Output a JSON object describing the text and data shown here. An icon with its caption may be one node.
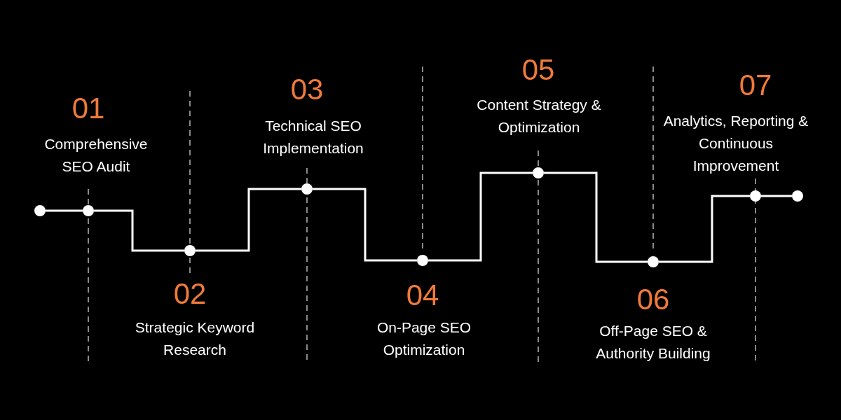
{
  "diagram": {
    "nodes": [
      {
        "text": [],
        "shape": "circle"
      },
      {
        "text": [],
        "shape": "circle",
        "beside": [
          "01",
          "Comprehensive SEO Audit"
        ]
      },
      {
        "text": [],
        "shape": "circle",
        "beside": [
          "02",
          "Strategic Keyword Research"
        ]
      },
      {
        "text": [],
        "shape": "circle",
        "beside": [
          "03",
          "Technical SEO Implementation"
        ]
      },
      {
        "text": [],
        "shape": "circle",
        "beside": [
          "04",
          "On-Page SEO Optimization"
        ]
      },
      {
        "text": [],
        "shape": "circle",
        "beside": [
          "05",
          "Content Strategy & Optimization"
        ]
      },
      {
        "text": [],
        "shape": "circle",
        "beside": [
          "06",
          "Off-Page SEO & Authority Building"
        ]
      },
      {
        "text": [],
        "shape": "circle",
        "beside": [
          "07",
          "Analytics, Reporting & Continuous Improvement"
        ]
      },
      {
        "text": [],
        "shape": "circle"
      }
    ],
    "edges": [
      {
        "from": 0,
        "to": 1,
        "arrow": "none"
      },
      {
        "from": 1,
        "to": 2,
        "arrow": "none"
      },
      {
        "from": 2,
        "to": 3,
        "arrow": "none"
      },
      {
        "from": 3,
        "to": 4,
        "arrow": "none"
      },
      {
        "from": 4,
        "to": 5,
        "arrow": "none"
      },
      {
        "from": 5,
        "to": 6,
        "arrow": "none"
      },
      {
        "from": 6,
        "to": 7,
        "arrow": "none"
      },
      {
        "from": 7,
        "to": 8,
        "arrow": "none"
      }
    ]
  }
}
